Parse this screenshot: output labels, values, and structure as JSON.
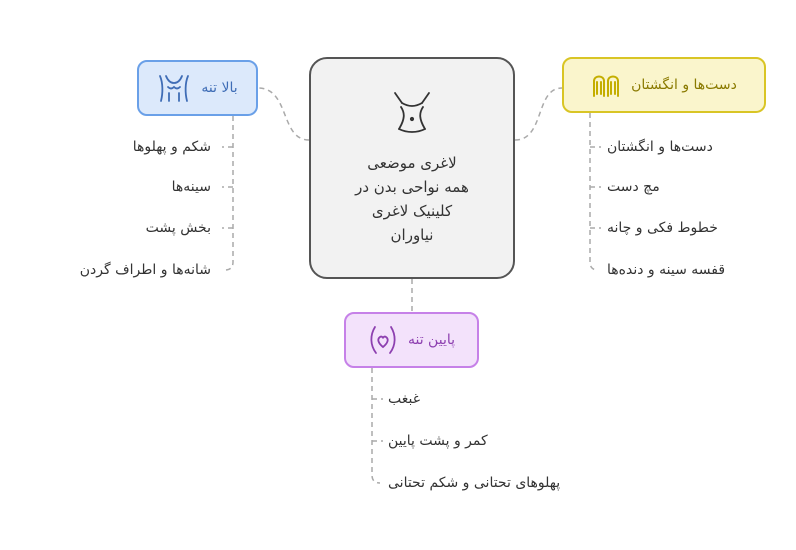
{
  "center": {
    "lines": [
      "لاغری موضعی",
      "همه نواحی بدن در",
      "کلینیک لاغری",
      "نیاوران"
    ],
    "icon": "waist-icon"
  },
  "branches": {
    "upper": {
      "label": "بالا تنه",
      "icon": "torso-icon",
      "color": "#6aa0e8",
      "items": [
        "شکم و پهلوها",
        "سینه‌ها",
        "بخش پشت",
        "شانه‌ها و اطراف گردن"
      ]
    },
    "hands": {
      "label": "دست‌ها و انگشتان",
      "icon": "hands-icon",
      "color": "#d9c525",
      "items": [
        "دست‌ها و انگشتان",
        "مچ دست",
        "خطوط فکی و چانه",
        "قفسه سینه و دنده‌ها"
      ]
    },
    "lower": {
      "label": "پایین تنه",
      "icon": "hips-heart-icon",
      "color": "#c681e8",
      "items": [
        "غبغب",
        "کمر و پشت پایین",
        "پهلوهای تحتانی و شکم تحتانی"
      ]
    }
  }
}
